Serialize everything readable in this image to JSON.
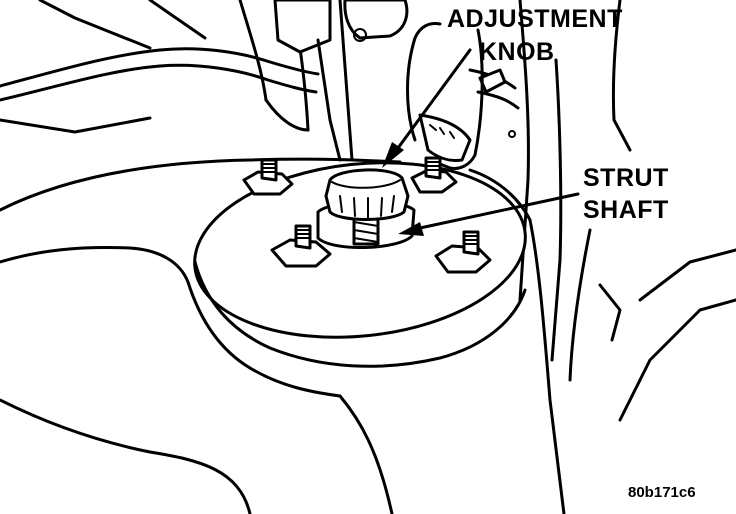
{
  "labels": {
    "adjustment_line1": "ADJUSTMENT",
    "adjustment_line2": "KNOB",
    "strut_line1": "STRUT",
    "strut_line2": "SHAFT"
  },
  "figure_id": "80b171c6",
  "colors": {
    "ink": "#000000",
    "paper": "#ffffff"
  }
}
